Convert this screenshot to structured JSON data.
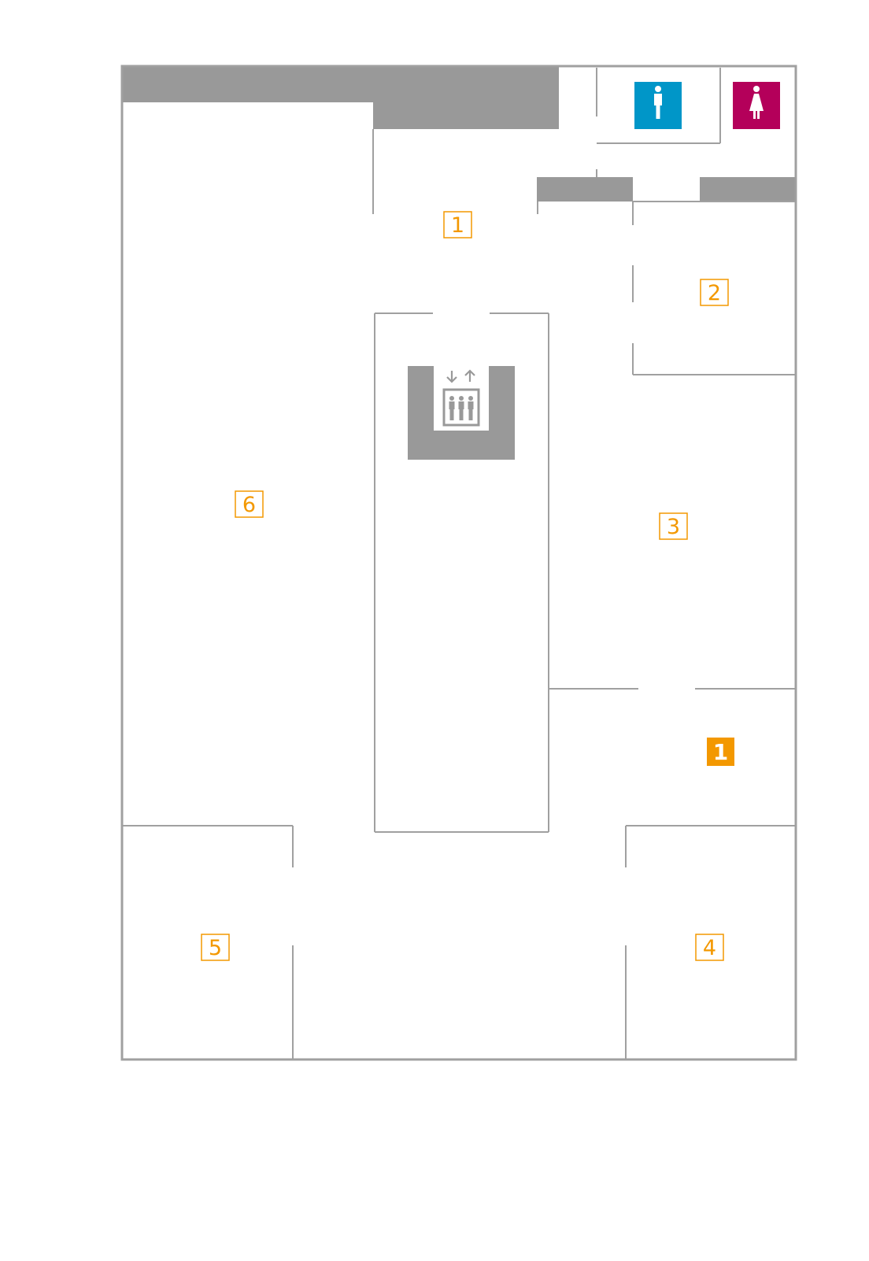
{
  "floor_indicator": {
    "label": "1",
    "color": "#f39800"
  },
  "rooms": [
    {
      "id": "room-1",
      "label": "1"
    },
    {
      "id": "room-2",
      "label": "2"
    },
    {
      "id": "room-3",
      "label": "3"
    },
    {
      "id": "room-4",
      "label": "4"
    },
    {
      "id": "room-5",
      "label": "5"
    },
    {
      "id": "room-6",
      "label": "6"
    }
  ],
  "icons": {
    "mens_restroom": {
      "icon": "mens-restroom-icon",
      "color": "#0096c8"
    },
    "womens_restroom": {
      "icon": "womens-restroom-icon",
      "color": "#b4005a"
    },
    "elevator": {
      "icon": "elevator-icon",
      "color": "#999999"
    }
  },
  "colors": {
    "walls": "#a0a0a0",
    "blocks": "#999999",
    "label_accent": "#f39800"
  }
}
